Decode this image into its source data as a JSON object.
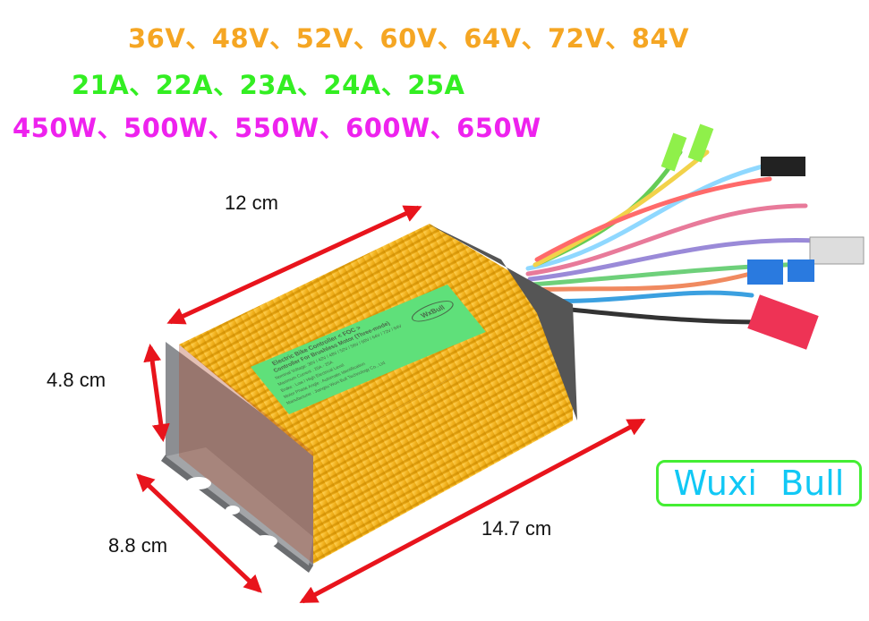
{
  "specs": {
    "voltages": "36V、48V、52V、60V、64V、72V、84V",
    "currents": "21A、22A、23A、24A、25A",
    "powers": "450W、500W、550W、600W、650W"
  },
  "dimensions": {
    "length_top": "12 cm",
    "height": "4.8 cm",
    "width": "8.8 cm",
    "length_bottom": "14.7 cm"
  },
  "brand_badge": "Wuxi  Bull",
  "product_label": {
    "line1": "Electric  Bike  Controller  < FOC >",
    "line2": "Controller For Brushless Motor  (Three-mode)",
    "line3": "Nominal Voltage: 36V / 42V / 48V / 52V / 56V / 60V / 64V / 72V / 84V",
    "line4": "Maximum Current : 20A - 25A",
    "line5": "Brake : Low / High Electrical Level",
    "line6": "Motor Phase Angle : Automatic Identification",
    "line7": "Manufacturer : Jiangsu Wuxi Bull Technology Co., Ltd",
    "logo": "WxBull"
  },
  "colors": {
    "voltage": "#f5a623",
    "current": "#33ee22",
    "power": "#ee22ee",
    "brand": "#11c8f5",
    "arrow": "#e8141c"
  }
}
